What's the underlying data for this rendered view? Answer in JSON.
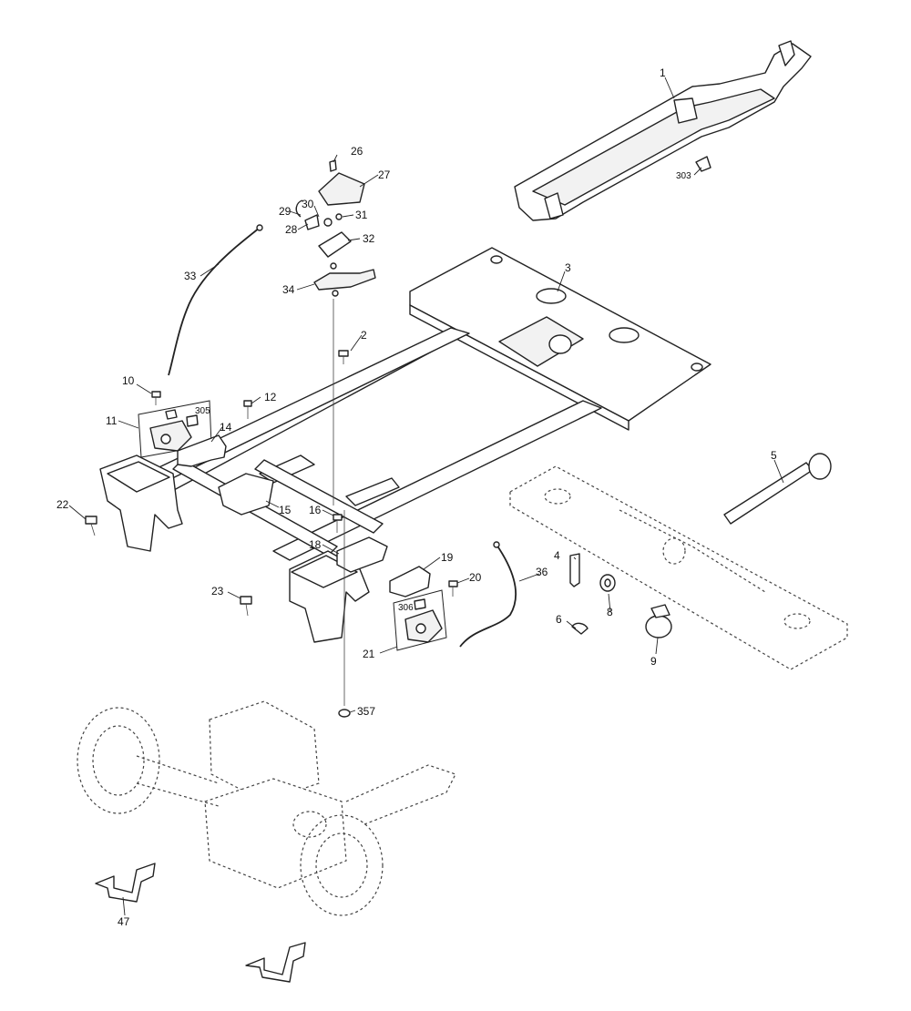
{
  "callouts": {
    "c1": "1",
    "c2": "2",
    "c3": "3",
    "c4": "4",
    "c5": "5",
    "c6": "6",
    "c8": "8",
    "c9": "9",
    "c10": "10",
    "c11": "11",
    "c12": "12",
    "c14": "14",
    "c15": "15",
    "c16": "16",
    "c18": "18",
    "c19": "19",
    "c20": "20",
    "c21": "21",
    "c22": "22",
    "c23": "23",
    "c26": "26",
    "c27": "27",
    "c28": "28",
    "c29": "29",
    "c30": "30",
    "c31": "31",
    "c32": "32",
    "c33": "33",
    "c34": "34",
    "c36": "36",
    "c47": "47",
    "c303": "303",
    "c305": "305",
    "c306": "306",
    "c357": "357"
  },
  "colors": {
    "line": "#222222",
    "ghost": "#444444",
    "background": "#ffffff"
  }
}
